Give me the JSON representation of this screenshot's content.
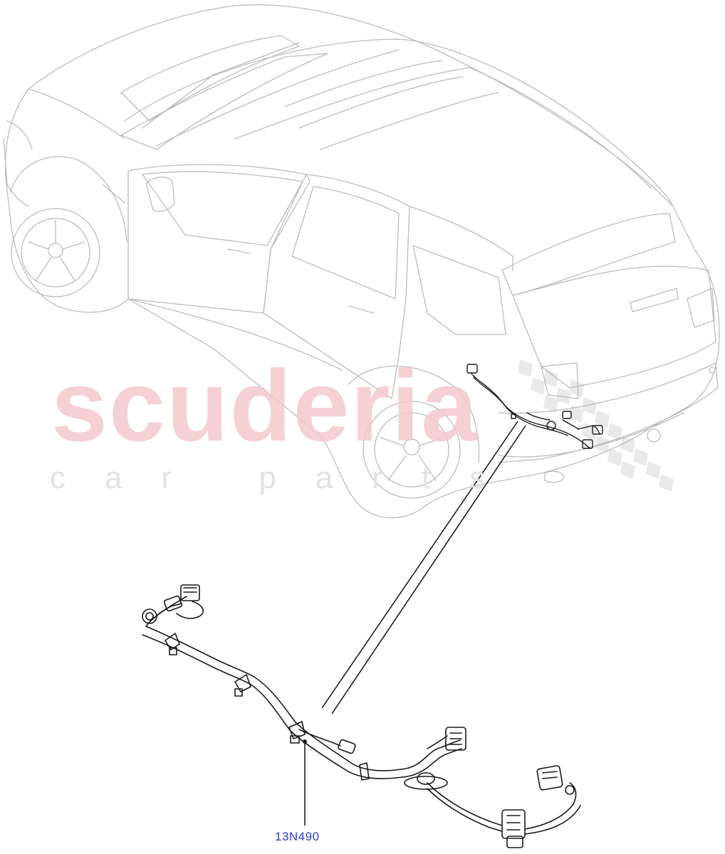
{
  "watermark": {
    "brand": "scuderia",
    "tagline": "car parts"
  },
  "callouts": [
    {
      "part_number": "13N490"
    }
  ],
  "colors": {
    "outline": "#bcbcbc",
    "harness": "#1a1a1a",
    "callout": "#2a3fd1",
    "watermark_red": "#f4c8cd",
    "watermark_grey": "#e2e2e2"
  }
}
